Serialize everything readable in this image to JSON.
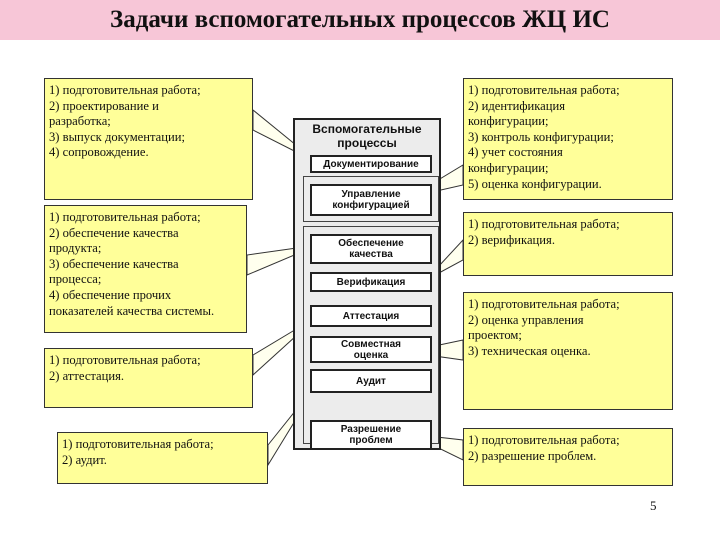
{
  "title": "Задачи вспомогательных процессов ЖЦ ИС",
  "center_title": [
    "Вспомогательные",
    "процессы"
  ],
  "processes": {
    "documenting": "Документирование",
    "config_mgmt": [
      "Управление",
      "конфигурацией"
    ],
    "qa": [
      "Обеспечение",
      "качества"
    ],
    "verification": "Верификация",
    "attestation": "Аттестация",
    "joint_review": [
      "Совместная",
      "оценка"
    ],
    "audit": "Аудит",
    "problem_resolution": [
      "Разрешение",
      "проблем"
    ]
  },
  "notes": {
    "left1": [
      "1) подготовительная работа;",
      "2) проектирование и",
      "разработка;",
      "3) выпуск документации;",
      "4) сопровождение."
    ],
    "left2": [
      "1) подготовительная работа;",
      "2) обеспечение качества",
      "продукта;",
      "3) обеспечение качества",
      "процесса;",
      " 4) обеспечение прочих",
      "показателей качества системы."
    ],
    "left3": [
      "1) подготовительная работа;",
      "2) аттестация."
    ],
    "left4": [
      "1) подготовительная работа;",
      "2) аудит."
    ],
    "right1": [
      "1) подготовительная работа;",
      "2) идентификация",
      "конфигурации;",
      "3) контроль конфигурации;",
      "4) учет состояния",
      "конфигурации;",
      "5) оценка конфигурации."
    ],
    "right2": [
      "1) подготовительная работа;",
      "2) верификация."
    ],
    "right3": [
      "1) подготовительная работа;",
      "2) оценка управления",
      "проектом;",
      "3) техническая оценка."
    ],
    "right4": [
      "1) подготовительная работа;",
      "2) разрешение проблем."
    ]
  },
  "page_number": "5",
  "colors": {
    "title_bar": "#f7c6d7",
    "note_fill": "#ffff99",
    "panel_fill": "#ececec"
  }
}
